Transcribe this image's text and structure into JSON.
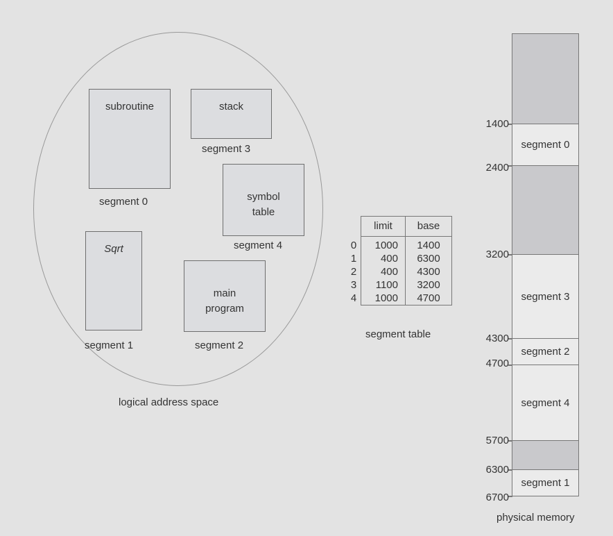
{
  "logical_space": {
    "caption": "logical address space",
    "segments": [
      {
        "box_label": "subroutine",
        "caption": "segment 0"
      },
      {
        "box_label": "Sqrt",
        "caption": "segment 1"
      },
      {
        "box_label": "main\nprogram",
        "caption": "segment 2"
      },
      {
        "box_label": "stack",
        "caption": "segment 3"
      },
      {
        "box_label": "symbol\ntable",
        "caption": "segment 4"
      }
    ]
  },
  "segment_table": {
    "caption": "segment table",
    "headers": [
      "limit",
      "base"
    ],
    "rows": [
      {
        "index": "0",
        "limit": "1000",
        "base": "1400"
      },
      {
        "index": "1",
        "limit": "400",
        "base": "6300"
      },
      {
        "index": "2",
        "limit": "400",
        "base": "4300"
      },
      {
        "index": "3",
        "limit": "1100",
        "base": "3200"
      },
      {
        "index": "4",
        "limit": "1000",
        "base": "4700"
      }
    ]
  },
  "physical_memory": {
    "caption": "physical memory",
    "addresses": [
      "1400",
      "2400",
      "3200",
      "4300",
      "4700",
      "5700",
      "6300",
      "6700"
    ],
    "blocks": [
      {
        "label": "",
        "free": true
      },
      {
        "label": "segment 0",
        "free": false
      },
      {
        "label": "",
        "free": true
      },
      {
        "label": "segment 3",
        "free": false
      },
      {
        "label": "segment 2",
        "free": false
      },
      {
        "label": "segment 4",
        "free": false
      },
      {
        "label": "",
        "free": true
      },
      {
        "label": "segment 1",
        "free": false
      }
    ]
  }
}
